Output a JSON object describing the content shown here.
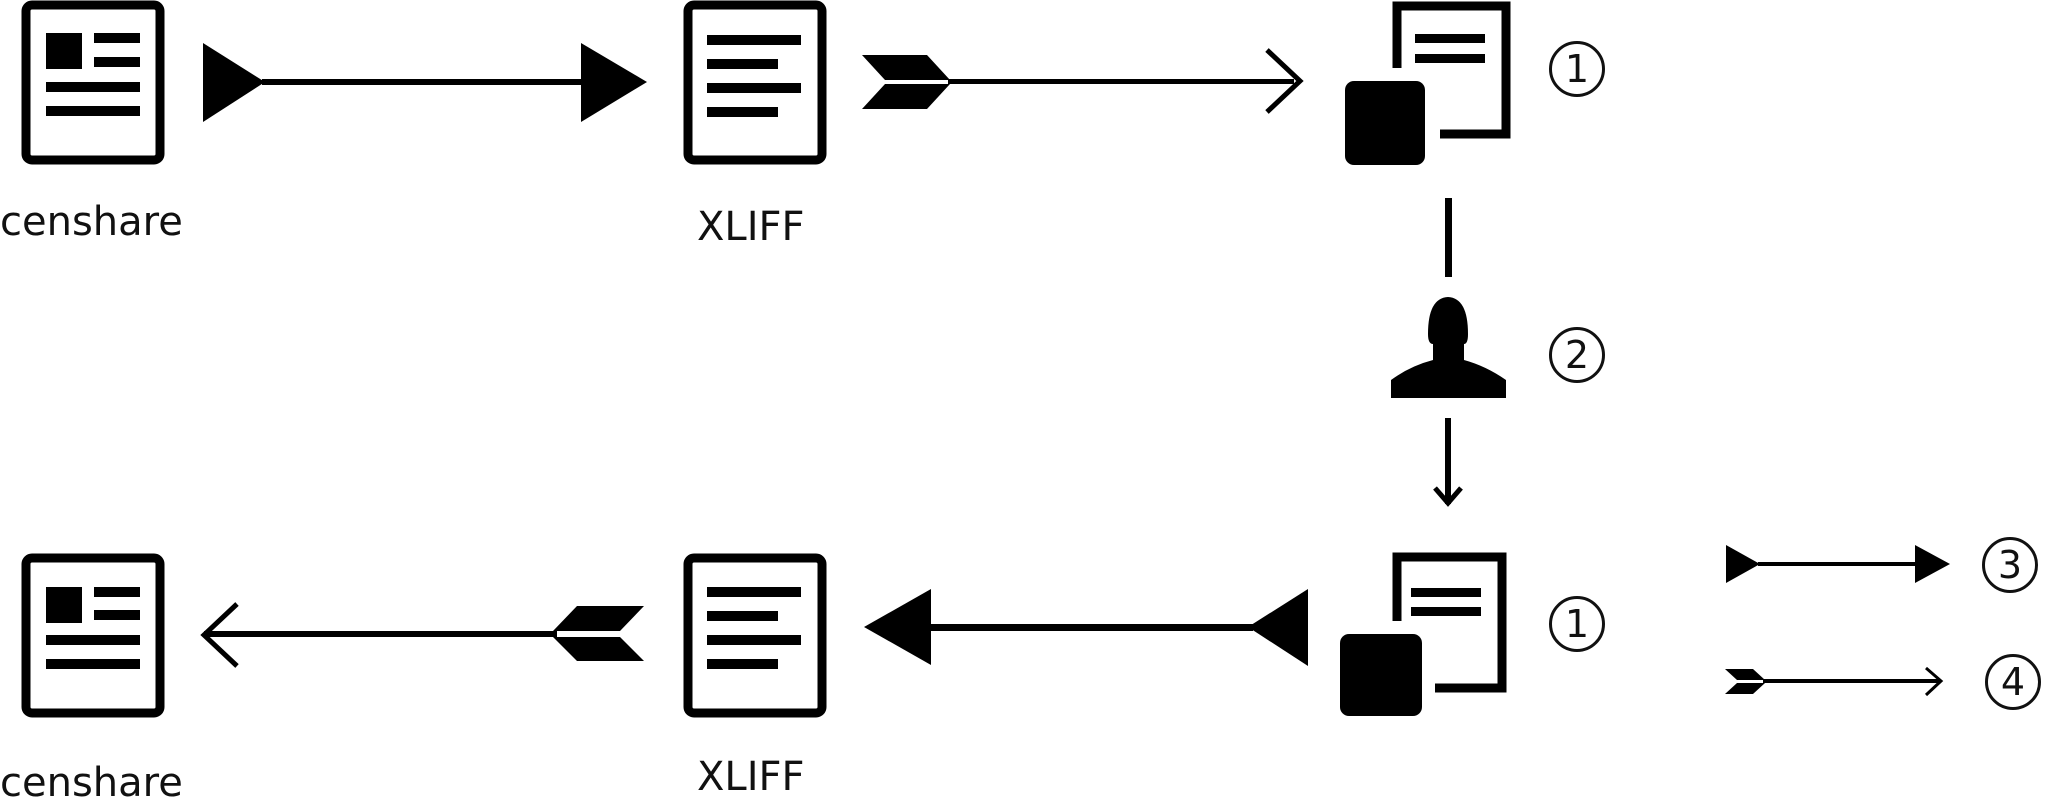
{
  "top_row": {
    "source_label": "censhare",
    "xliff_label": "XLIFF",
    "marker_1": "1"
  },
  "middle": {
    "marker_2": "2"
  },
  "bottom_row": {
    "target_label": "censhare",
    "xliff_label": "XLIFF",
    "marker_1": "1"
  },
  "legend": {
    "marker_3": "3",
    "marker_4": "4"
  }
}
